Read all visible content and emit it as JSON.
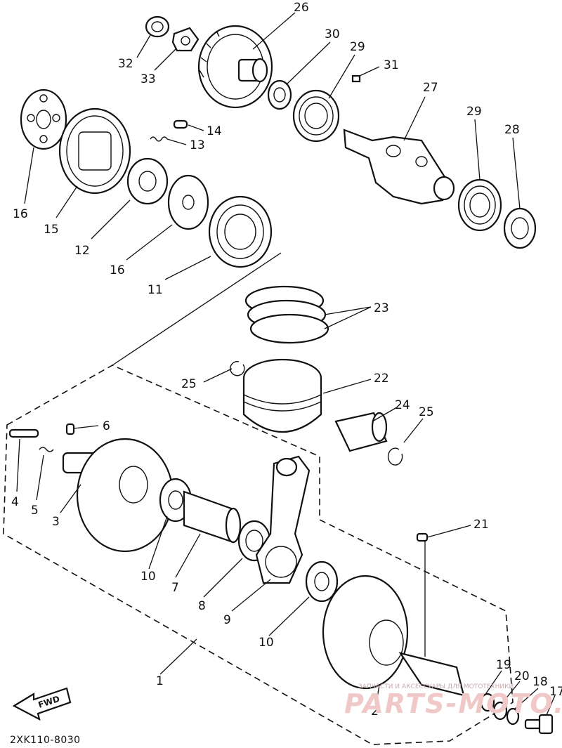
{
  "diagram_code": "2XK110-8030",
  "fwd_label": "FWD",
  "watermark": {
    "small": "ЗАПЧАСТИ И АКСЕССУАРЫ ДЛЯ МОТОТЕХНИКИ",
    "big": "PARTS-MOTO.RU"
  },
  "callouts": [
    "26",
    "30",
    "29",
    "31",
    "32",
    "33",
    "27",
    "14",
    "13",
    "29",
    "28",
    "16",
    "15",
    "12",
    "16",
    "11",
    "23",
    "25",
    "22",
    "24",
    "25",
    "6",
    "4",
    "5",
    "3",
    "21",
    "10",
    "7",
    "8",
    "9",
    "10",
    "1",
    "19",
    "20",
    "18",
    "17",
    "2"
  ]
}
